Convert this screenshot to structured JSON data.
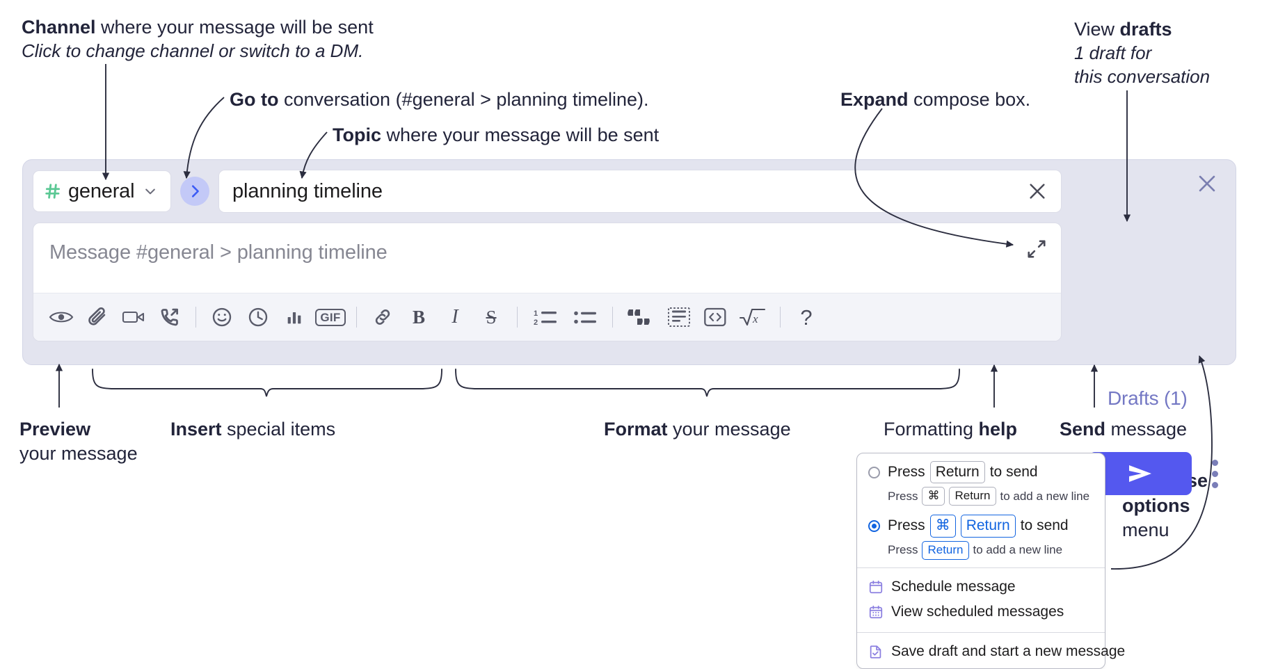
{
  "annotations": {
    "channel": {
      "bold": "Channel",
      "rest": " where your message will be sent",
      "line2": "Click to change channel or switch to a DM."
    },
    "goto": {
      "bold": "Go to",
      "rest": " conversation (#general > planning timeline)."
    },
    "topic": {
      "bold": "Topic",
      "rest": " where your message will be sent"
    },
    "expand": {
      "bold": "Expand",
      "rest": " compose box."
    },
    "drafts": {
      "bold_pre": "View ",
      "bold": "drafts",
      "line2": "1 draft for",
      "line3": "this conversation"
    },
    "preview": {
      "bold": "Preview",
      "line2": "your message"
    },
    "insert": {
      "bold": "Insert",
      "rest": " special items"
    },
    "format": {
      "bold": "Format",
      "rest": " your message"
    },
    "help": {
      "pre": "Formatting ",
      "bold": "help"
    },
    "send": {
      "bold": "Send",
      "rest": " message"
    },
    "compose_options": {
      "bold1": "Compose",
      "bold2": "options",
      "rest": "menu"
    }
  },
  "compose": {
    "channel_picker": {
      "name": "general",
      "icon": "hash-icon",
      "chevron": "chevron-down-icon"
    },
    "go_to_button": {
      "icon": "chevron-right-icon",
      "label": ""
    },
    "topic_field": {
      "value": "planning timeline",
      "clear_icon": "close-icon"
    },
    "message_input": {
      "placeholder": "Message #general > planning timeline",
      "value": ""
    },
    "expand_icon": "expand-arrows-icon",
    "close_icon": "close-icon",
    "drafts_link": "Drafts (1)",
    "send_button": {
      "icon": "send-paper-plane-icon"
    },
    "compose_options_icon": "kebab-vertical-icon",
    "toolbar": [
      {
        "name": "preview-button",
        "icon": "eye-icon",
        "label": ""
      },
      {
        "name": "attach-button",
        "icon": "paperclip-icon",
        "label": ""
      },
      {
        "name": "video-clip-button",
        "icon": "video-camera-icon",
        "label": ""
      },
      {
        "name": "audio-clip-button",
        "icon": "phone-arrow-icon",
        "label": ""
      },
      {
        "name": "separator-1",
        "icon": "separator",
        "label": ""
      },
      {
        "name": "emoji-button",
        "icon": "smiley-icon",
        "label": ""
      },
      {
        "name": "reminder-button",
        "icon": "clock-icon",
        "label": ""
      },
      {
        "name": "poll-button",
        "icon": "bar-chart-icon",
        "label": ""
      },
      {
        "name": "gif-button",
        "icon": "gif-icon",
        "label": "GIF"
      },
      {
        "name": "separator-2",
        "icon": "separator",
        "label": ""
      },
      {
        "name": "link-button",
        "icon": "link-icon",
        "label": ""
      },
      {
        "name": "bold-button",
        "icon": "bold-icon",
        "label": "B"
      },
      {
        "name": "italic-button",
        "icon": "italic-icon",
        "label": "I"
      },
      {
        "name": "strikethrough-button",
        "icon": "strikethrough-icon",
        "label": "S"
      },
      {
        "name": "separator-3",
        "icon": "separator",
        "label": ""
      },
      {
        "name": "ordered-list-button",
        "icon": "ordered-list-icon",
        "label": ""
      },
      {
        "name": "bulleted-list-button",
        "icon": "bulleted-list-icon",
        "label": ""
      },
      {
        "name": "separator-4",
        "icon": "separator",
        "label": ""
      },
      {
        "name": "blockquote-button",
        "icon": "quote-icon",
        "label": ""
      },
      {
        "name": "code-block-button",
        "icon": "code-block-icon",
        "label": ""
      },
      {
        "name": "inline-code-button",
        "icon": "code-brackets-icon",
        "label": ""
      },
      {
        "name": "math-button",
        "icon": "square-root-icon",
        "label": ""
      },
      {
        "name": "separator-5",
        "icon": "separator",
        "label": ""
      },
      {
        "name": "formatting-help-button",
        "icon": "question-mark-icon",
        "label": "?"
      }
    ]
  },
  "menu": {
    "options": [
      {
        "selected": false,
        "main_pre": "Press",
        "main_key": "Return",
        "main_post": "to send",
        "sub_pre": "Press",
        "sub_key1": "⌘",
        "sub_key2": "Return",
        "sub_post": "to add a new line"
      },
      {
        "selected": true,
        "main_pre": "Press",
        "main_key1": "⌘",
        "main_key2": "Return",
        "main_post": "to send",
        "sub_pre": "Press",
        "sub_key": "Return",
        "sub_post": "to add a new line"
      }
    ],
    "items": [
      {
        "icon": "calendar-icon",
        "label": "Schedule message"
      },
      {
        "icon": "calendar-grid-icon",
        "label": "View scheduled messages"
      },
      {
        "icon": "document-check-icon",
        "label": "Save draft and start a new message"
      }
    ]
  },
  "colors": {
    "compose_bg": "#e3e4ef",
    "send_button": "#5458ef",
    "go_button": "#c3c9f7",
    "hash_green": "#5bc894",
    "drafts_text": "#7478c4",
    "accent_blue": "#1264e0",
    "menu_icon_purple": "#8b7fe0",
    "text_dark": "#22243a"
  }
}
